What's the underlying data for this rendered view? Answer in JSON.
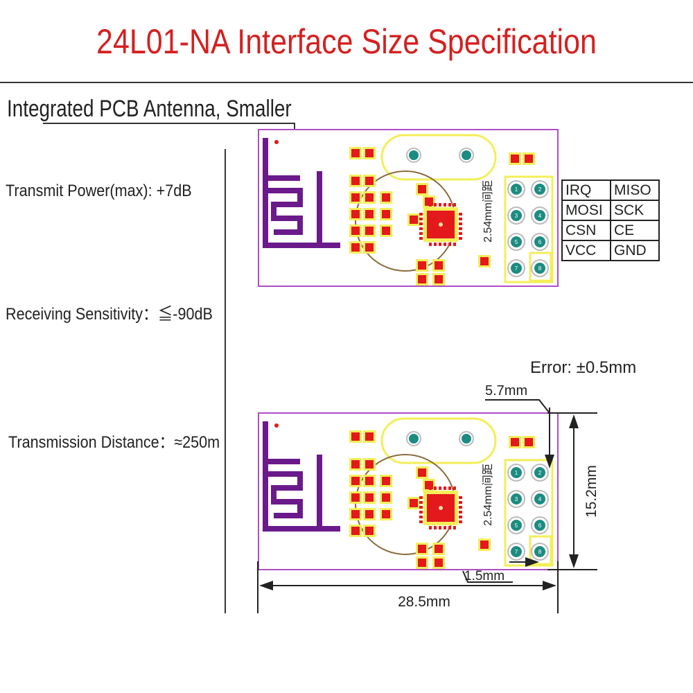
{
  "title": "24L01-NA Interface Size Specification",
  "features": {
    "antenna": "Integrated PCB Antenna, Smaller",
    "transmit_power": "Transmit Power(max): +7dB",
    "sensitivity": "Receiving Sensitivity：≦-90dB",
    "distance": "Transmission Distance：≈250m"
  },
  "pin_table": [
    [
      "IRQ",
      "MISO"
    ],
    [
      "MOSI",
      "SCK"
    ],
    [
      "CSN",
      "CE"
    ],
    [
      "VCC",
      "GND"
    ]
  ],
  "board": {
    "pitch_label": "2.54mm间距",
    "pin_numbers": [
      "1",
      "2",
      "3",
      "4",
      "5",
      "6",
      "7",
      "8"
    ]
  },
  "dimensions": {
    "error": "Error: ±0.5mm",
    "header_offset": "5.7mm",
    "height": "15.2mm",
    "pin_edge_offset": "1.5mm",
    "width": "28.5mm"
  },
  "colors": {
    "title": "#d42020",
    "board_outline": "#b04cc8",
    "antenna_trace": "#6a1a8a",
    "pad_red": "#e3191c",
    "pad_yellow": "#f3ee57",
    "pin_teal": "#1c8c82"
  }
}
